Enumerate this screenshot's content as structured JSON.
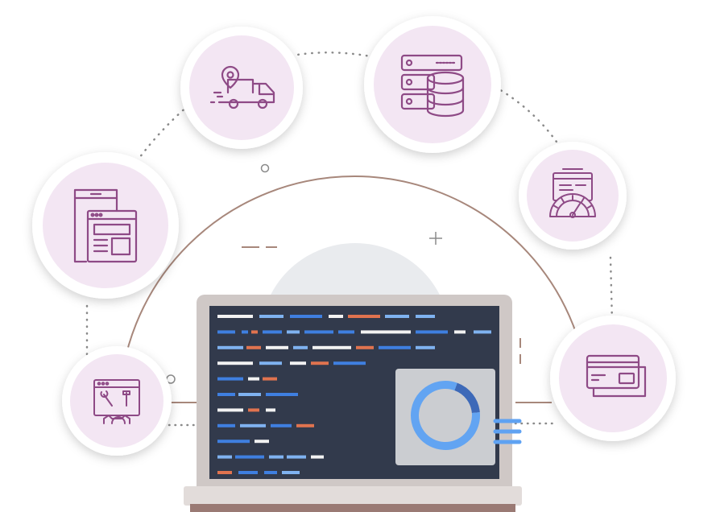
{
  "colors": {
    "circle_fill": "#f3e6f3",
    "circle_ring": "#ffffff",
    "icon_stroke": "#8e4a86",
    "arc_solid": "#a7877b",
    "arc_dots": "#8a8a8a",
    "laptop_frame": "#cfc8c6",
    "laptop_screen": "#323a4c",
    "laptop_base": "#e2dcda",
    "laptop_foot": "#9a7a74",
    "backdrop_circle": "#e9ebee",
    "code_blue": "#3f7fe0",
    "code_light_blue": "#7fb2f0",
    "code_white": "#f2f2f2",
    "code_orange": "#e0734f",
    "panel_fill": "#d1d2d6",
    "donut_dark": "#3d69b8",
    "donut_light": "#62a4f2",
    "panel_line": "#5fa2f2"
  },
  "icons": [
    "delivery-truck-icon",
    "server-database-icon",
    "mobile-web-app-icon",
    "performance-gauge-icon",
    "web-settings-tools-icon",
    "payment-cards-icon"
  ],
  "panel": {
    "type": "donut",
    "segments": [
      0.18,
      0.82
    ]
  }
}
